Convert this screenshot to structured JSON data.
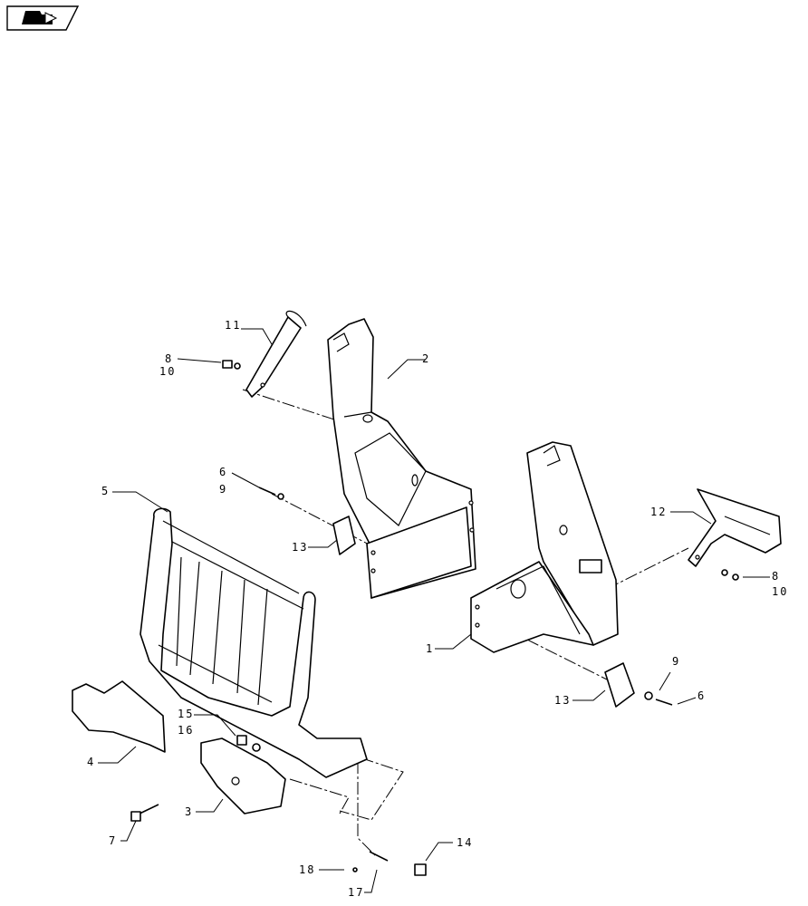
{
  "icon": "book-navigation-icon",
  "callouts": {
    "c1": "1",
    "c2": "2",
    "c3": "3",
    "c4": "4",
    "c5": "5",
    "c6a": "6",
    "c6b": "6",
    "c7": "7",
    "c8a": "8",
    "c8b": "8",
    "c9a": "9",
    "c9b": "9",
    "c10a": "10",
    "c10b": "10",
    "c11": "11",
    "c12": "12",
    "c13a": "13",
    "c13b": "13",
    "c14": "14",
    "c15": "15",
    "c16": "16",
    "c17": "17",
    "c18": "18"
  }
}
